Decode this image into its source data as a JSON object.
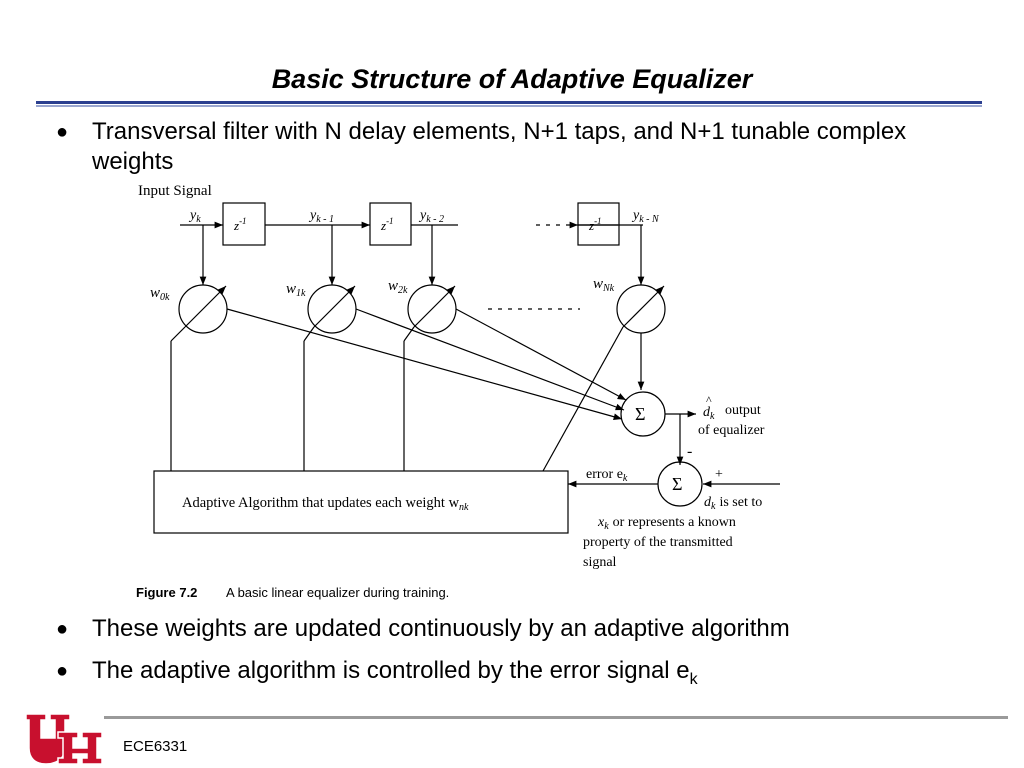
{
  "slide": {
    "title": "Basic Structure of Adaptive Equalizer",
    "bullets": [
      {
        "text": "Transversal filter with N delay elements, N+1 taps, and N+1 tunable complex weights"
      },
      {
        "text": "These weights are updated continuously by an adaptive algorithm"
      },
      {
        "text_main": "The adaptive algorithm is controlled by the error signal e",
        "text_sub": "k"
      }
    ],
    "footer": {
      "label": "ECE6331",
      "logo_letters": "UH"
    },
    "colors": {
      "title_rule": "#2b3f8f",
      "footer_rule": "#9a9a9a",
      "logo_red": "#c8102e"
    }
  },
  "figure": {
    "input_label": "Input Signal",
    "signals": {
      "y0": "y",
      "y0_sub": "k",
      "y1": "y",
      "y1_sub": "k - 1",
      "y2": "y",
      "y2_sub": "k - 2",
      "yN": "y",
      "yN_sub": "k - N"
    },
    "delay_label": "z",
    "delay_sup": "-1",
    "weights": {
      "w0": "w",
      "w0_sub": "0k",
      "w1": "w",
      "w1_sub": "1k",
      "w2": "w",
      "w2_sub": "2k",
      "wN": "w",
      "wN_sub": "Nk"
    },
    "sum_symbol": "Σ",
    "output_label_1": "output",
    "output_label_2": "of equalizer",
    "output_var": "d",
    "output_var_sub": "k",
    "error_label": "error e",
    "error_sub": "k",
    "minus": "-",
    "plus": "+",
    "algorithm_label": "Adaptive Algorithm that updates each weight w",
    "algorithm_sub": "nk",
    "desc_var": "d",
    "desc_var_sub": "k",
    "desc_1": "is set to",
    "desc_2_var": "x",
    "desc_2_sub": "k",
    "desc_2": "or represents a known",
    "desc_3": "property of the transmitted",
    "desc_4": "signal",
    "caption_label": "Figure 7.2",
    "caption_text": "A basic linear equalizer during training."
  }
}
